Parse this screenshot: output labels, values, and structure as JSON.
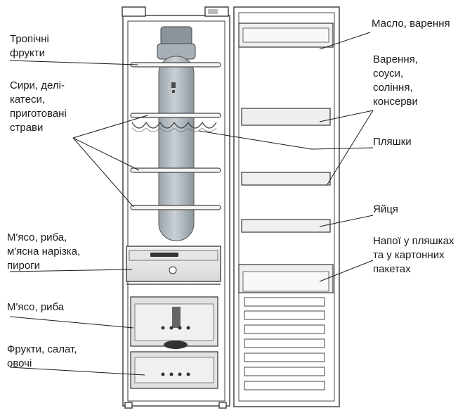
{
  "labels": {
    "tropical_fruits": "Тропічні\nфрукти",
    "cheese_deli": "Сири, делі-\nкатеси,\nприготовані\nстрави",
    "meat_fish_cold_cuts": "М'ясо, риба,\nм'ясна нарізка,\nпироги",
    "meat_fish": "М'ясо, риба",
    "fruit_salad_veg": "Фрукти, салат,\nовочі",
    "butter_jam": "Масло, варення",
    "jam_sauces_pickles": "Варення,\nсоуси,\nсоління,\nконсерви",
    "bottles": "Пляшки",
    "eggs": "Яйця",
    "drinks": "Напої у пляшках\nта у картонних\nпакетах"
  }
}
